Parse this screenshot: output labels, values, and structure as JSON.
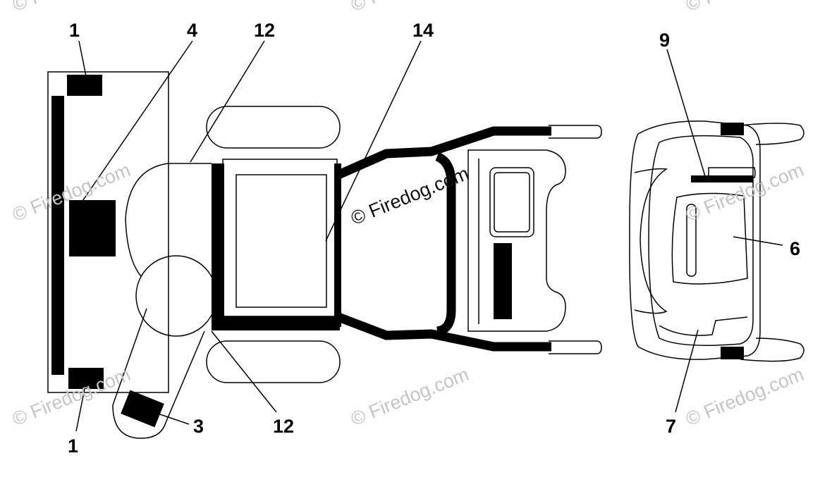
{
  "callouts": {
    "c1_top": "1",
    "c4": "4",
    "c12_top": "12",
    "c14": "14",
    "c9": "9",
    "c6": "6",
    "c7": "7",
    "c3": "3",
    "c12_bottom": "12",
    "c1_bottom": "1"
  },
  "watermark": {
    "text": "© Firedog.com",
    "faint_text": "© Firedog.com"
  }
}
